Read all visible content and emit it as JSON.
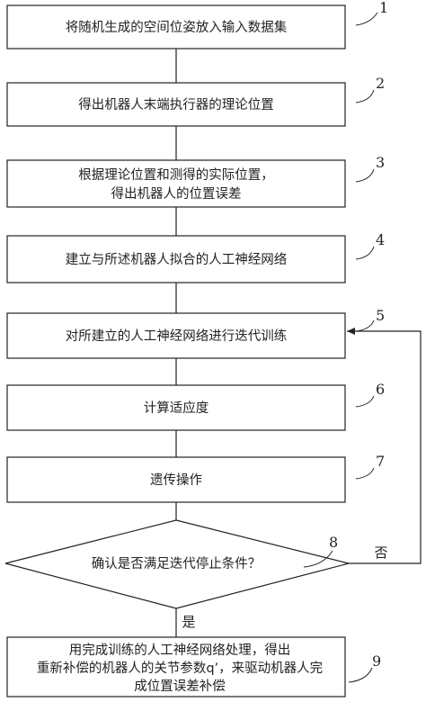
{
  "steps": [
    {
      "num": "1",
      "lines": [
        "将随机生成的空间位姿放入输入数据集"
      ]
    },
    {
      "num": "2",
      "lines": [
        "得出机器人末端执行器的理论位置"
      ]
    },
    {
      "num": "3",
      "lines": [
        "根据理论位置和测得的实际位置，",
        "得出机器人的位置误差"
      ]
    },
    {
      "num": "4",
      "lines": [
        "建立与所述机器人拟合的人工神经网络"
      ]
    },
    {
      "num": "5",
      "lines": [
        "对所建立的人工神经网络进行迭代训练"
      ]
    },
    {
      "num": "6",
      "lines": [
        "计算适应度"
      ]
    },
    {
      "num": "7",
      "lines": [
        "遗传操作"
      ]
    }
  ],
  "decision": {
    "num": "8",
    "text": "确认是否满足迭代停止条件？",
    "no_label": "否",
    "yes_label": "是"
  },
  "final": {
    "num": "9",
    "lines": [
      "用完成训练的人工神经网络处理，得出",
      "重新补偿的机器人的关节参数q’，来驱动机器人完",
      "成位置误差补偿"
    ]
  }
}
